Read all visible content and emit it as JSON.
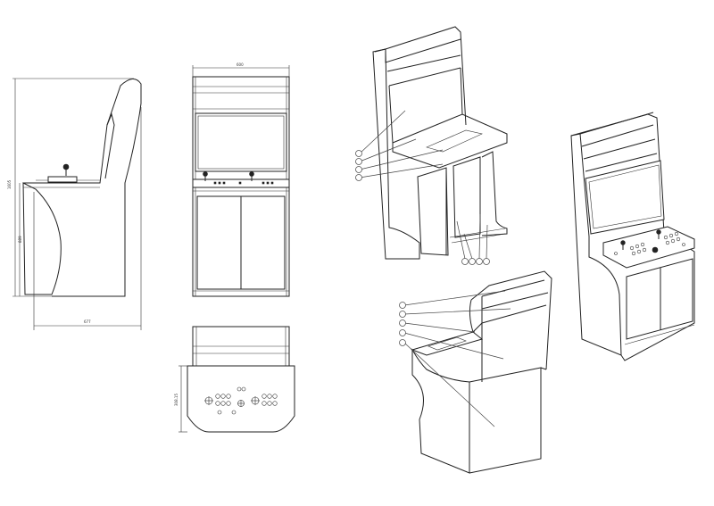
{
  "drawing": {
    "dimensions": {
      "total_height": "1605",
      "control_height": "889",
      "depth": "677",
      "width": "600",
      "panel_depth": "308.15"
    },
    "callout_groups": [
      {
        "name": "exploded-top-callouts",
        "count": 4
      },
      {
        "name": "exploded-bottom-callouts",
        "count": 4
      },
      {
        "name": "rear-view-callouts",
        "count": 5
      }
    ]
  }
}
